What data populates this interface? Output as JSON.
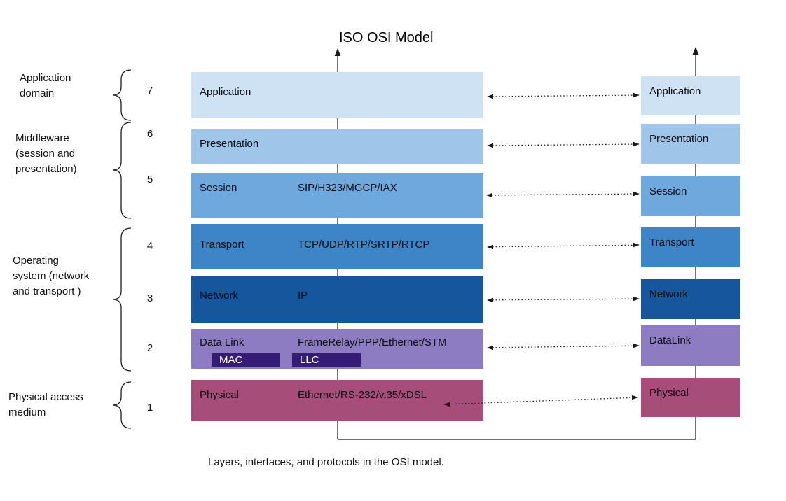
{
  "title": "ISO OSI Model",
  "caption": "Layers, interfaces, and protocols in the OSI model.",
  "group_labels": [
    "Application\ndomain",
    "Middleware\n(session and\npresentation)",
    "Operating\nsystem (network\nand transport )",
    "Physical access\nmedium"
  ],
  "layers": [
    {
      "number": "7",
      "name": "Application",
      "protocols": "",
      "right_label": "Application",
      "color": "#cfe2f3"
    },
    {
      "number": "6",
      "name": "Presentation",
      "protocols": "",
      "right_label": "Presentation",
      "color": "#9fc5e8"
    },
    {
      "number": "5",
      "name": "Session",
      "protocols": "SIP/H323/MGCP/IAX",
      "right_label": "Session",
      "color": "#6fa8dc"
    },
    {
      "number": "4",
      "name": "Transport",
      "protocols": "TCP/UDP/RTP/SRTP/RTCP",
      "right_label": "Transport",
      "color": "#3d85c6"
    },
    {
      "number": "3",
      "name": "Network",
      "protocols": "IP",
      "right_label": "Network",
      "color": "#15569d"
    },
    {
      "number": "2",
      "name": "Data Link",
      "protocols": "FrameRelay/PPP/Ethernet/STM",
      "right_label": "DataLink",
      "color": "#8e7cc3",
      "sublayers": [
        "MAC",
        "LLC"
      ]
    },
    {
      "number": "1",
      "name": "Physical",
      "protocols": "Ethernet/RS-232/v.35/xDSL",
      "right_label": "Physical",
      "color": "#a64d79"
    }
  ],
  "colors": {
    "sublayer_bg": "#351c75",
    "sublayer_text": "#ffffff",
    "line": "#1a1a1a"
  }
}
